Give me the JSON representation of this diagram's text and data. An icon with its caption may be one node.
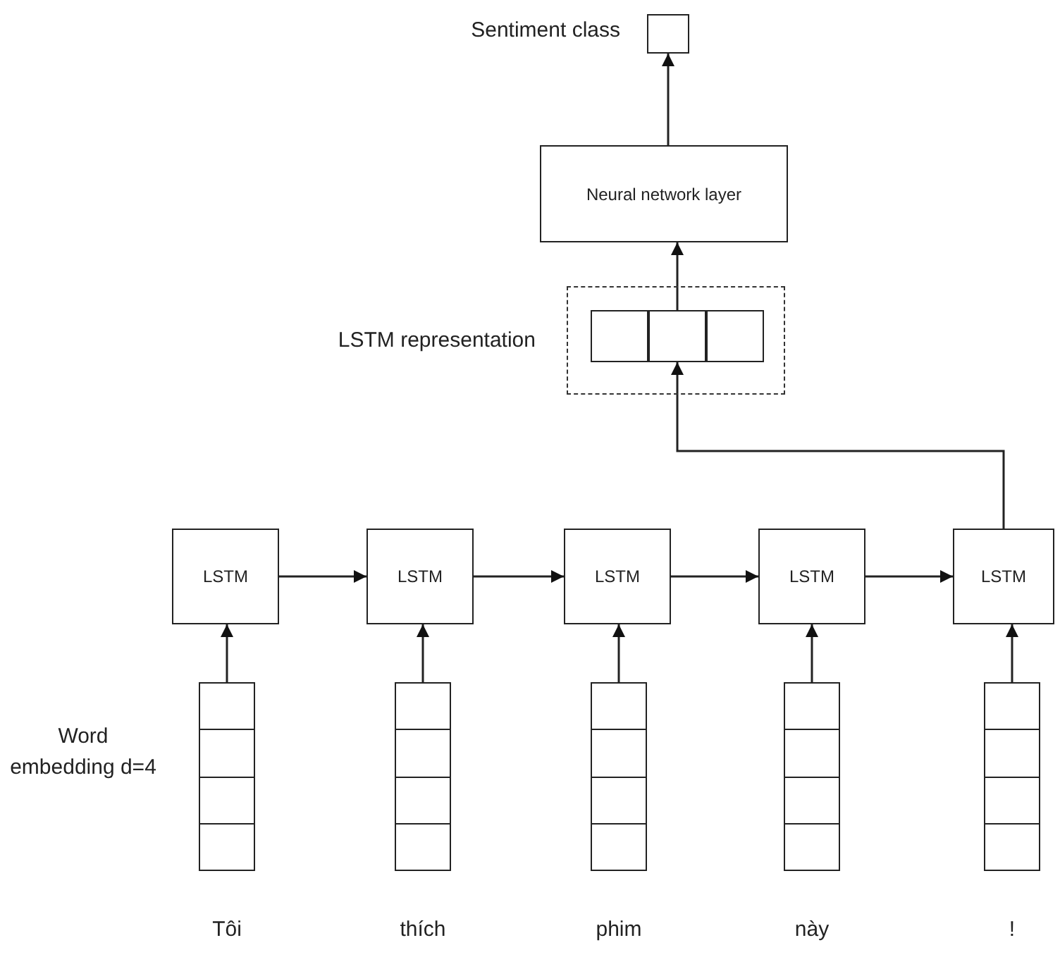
{
  "diagram": {
    "nodes": [
      {
        "text": [],
        "shape": "box",
        "beside": [
          "Sentiment class"
        ]
      },
      {
        "text": [
          "Neural network layer"
        ]
      },
      {
        "text": [],
        "shape": "box",
        "beside": [
          "LSTM representation"
        ]
      },
      {
        "text": [],
        "shape": "box",
        "in": 2
      },
      {
        "text": [],
        "shape": "box",
        "in": 2
      },
      {
        "text": [],
        "shape": "box",
        "in": 2
      },
      {
        "text": [
          "LSTM"
        ]
      },
      {
        "text": [
          "LSTM"
        ]
      },
      {
        "text": [
          "LSTM"
        ]
      },
      {
        "text": [
          "LSTM"
        ]
      },
      {
        "text": [
          "LSTM"
        ]
      },
      {
        "text": [],
        "shape": "bar",
        "beside": [
          "Tôi"
        ]
      },
      {
        "text": [],
        "shape": "bar",
        "beside": [
          "thích"
        ]
      },
      {
        "text": [],
        "shape": "bar",
        "beside": [
          "phim"
        ]
      },
      {
        "text": [],
        "shape": "bar",
        "beside": [
          "này"
        ]
      },
      {
        "text": [],
        "shape": "bar",
        "beside": [
          "!"
        ]
      }
    ],
    "edges": [
      {
        "from": 1,
        "to": 0,
        "arrow": "to"
      },
      {
        "from": 4,
        "to": 1,
        "arrow": "to"
      },
      {
        "from": 10,
        "to": 4,
        "arrow": "to"
      },
      {
        "from": 6,
        "to": 7,
        "arrow": "to"
      },
      {
        "from": 7,
        "to": 8,
        "arrow": "to"
      },
      {
        "from": 8,
        "to": 9,
        "arrow": "to"
      },
      {
        "from": 9,
        "to": 10,
        "arrow": "to"
      },
      {
        "from": 11,
        "to": 6,
        "arrow": "to"
      },
      {
        "from": 12,
        "to": 7,
        "arrow": "to"
      },
      {
        "from": 13,
        "to": 8,
        "arrow": "to"
      },
      {
        "from": 14,
        "to": 9,
        "arrow": "to"
      },
      {
        "from": 15,
        "to": 10,
        "arrow": "to"
      }
    ],
    "labels": [
      "Word embedding d=4"
    ]
  }
}
